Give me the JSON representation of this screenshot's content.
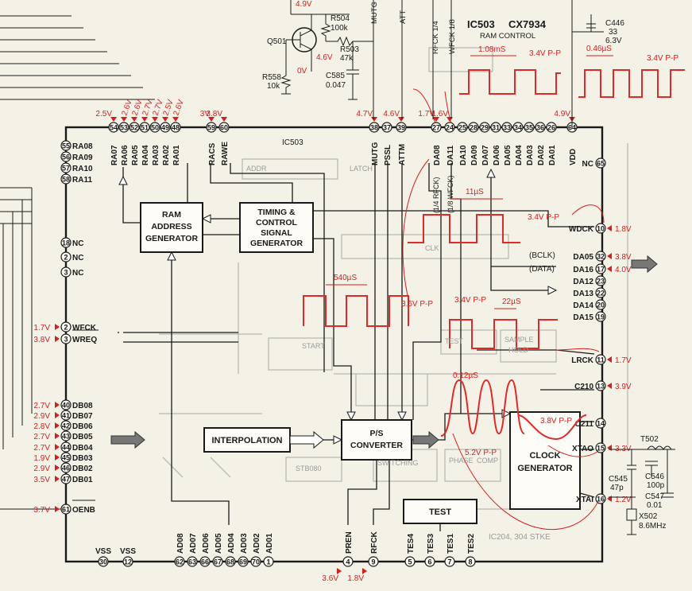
{
  "chip": {
    "ref": "IC503",
    "part": "CX7934",
    "subtitle": "RAM CONTROL",
    "label_inside": "IC503"
  },
  "blocks": {
    "ram_addr": [
      "RAM",
      "ADDRESS",
      "GENERATOR"
    ],
    "timing": [
      "TIMING &",
      "CONTROL",
      "SIGNAL",
      "GENERATOR"
    ],
    "interp": "INTERPOLATION",
    "ps": [
      "P/S",
      "CONVERTER"
    ],
    "clock": [
      "CLOCK",
      "GENERATOR"
    ],
    "test": "TEST"
  },
  "top_pins": [
    {
      "num": "54",
      "name": "RA07",
      "v": "2.5V"
    },
    {
      "num": "53",
      "name": "RA06",
      "v": "2.6V"
    },
    {
      "num": "52",
      "name": "RA05",
      "v": "2.6V"
    },
    {
      "num": "51",
      "name": "RA04",
      "v": "2.7V"
    },
    {
      "num": "50",
      "name": "RA03",
      "v": "2.7V"
    },
    {
      "num": "49",
      "name": "RA02",
      "v": "2.5V"
    },
    {
      "num": "48",
      "name": "RA01",
      "v": "2.6V"
    },
    {
      "num": "59",
      "name": "RACS",
      "v": "3V"
    },
    {
      "num": "60",
      "name": "RAWE",
      "v": "3.8V"
    },
    {
      "num": "38",
      "name": "MUTG",
      "v": "4.7V"
    },
    {
      "num": "37",
      "name": "PSSL",
      "v": ""
    },
    {
      "num": "39",
      "name": "ATTM",
      "v": "4.6V"
    },
    {
      "num": "27",
      "name": "DA08",
      "v": "1.7V"
    },
    {
      "num": "24",
      "name": "DA11",
      "v": "1.6V"
    },
    {
      "num": "25",
      "name": "DA10",
      "v": ""
    },
    {
      "num": "28",
      "name": "DA09",
      "v": ""
    },
    {
      "num": "29",
      "name": "DA07",
      "v": ""
    },
    {
      "num": "31",
      "name": "DA06",
      "v": ""
    },
    {
      "num": "33",
      "name": "DA05",
      "v": ""
    },
    {
      "num": "34",
      "name": "DA04",
      "v": ""
    },
    {
      "num": "35",
      "name": "DA03",
      "v": ""
    },
    {
      "num": "36",
      "name": "DA02",
      "v": ""
    },
    {
      "num": "26",
      "name": "DA01",
      "v": ""
    },
    {
      "num": "64",
      "name": "VDD",
      "v": "4.9V"
    }
  ],
  "left_pins": [
    {
      "num": "55",
      "name": "RA08",
      "v": ""
    },
    {
      "num": "56",
      "name": "RA09",
      "v": ""
    },
    {
      "num": "57",
      "name": "RA10",
      "v": ""
    },
    {
      "num": "58",
      "name": "RA11",
      "v": ""
    },
    {
      "num": "18",
      "name": "NC",
      "v": ""
    },
    {
      "num": "2",
      "name": "NC",
      "v": ""
    },
    {
      "num": "3",
      "name": "NC",
      "v": ""
    },
    {
      "num": "2",
      "name": "WFCK",
      "v": "1.7V"
    },
    {
      "num": "3",
      "name": "WREQ",
      "v": "3.8V"
    },
    {
      "num": "40",
      "name": "DB08",
      "v": "2.7V"
    },
    {
      "num": "41",
      "name": "DB07",
      "v": "2.9V"
    },
    {
      "num": "42",
      "name": "DB06",
      "v": "2.8V"
    },
    {
      "num": "43",
      "name": "DB05",
      "v": "2.7V"
    },
    {
      "num": "44",
      "name": "DB04",
      "v": "2.7V"
    },
    {
      "num": "45",
      "name": "DB03",
      "v": "1.9V"
    },
    {
      "num": "46",
      "name": "DB02",
      "v": "2.9V"
    },
    {
      "num": "47",
      "name": "DB01",
      "v": "3.5V"
    },
    {
      "num": "61",
      "name": "OENB",
      "v": "3.7V"
    }
  ],
  "right_pins": [
    {
      "num": "65",
      "name": "NC",
      "v": ""
    },
    {
      "num": "10",
      "name": "WDCK",
      "v": "1.8V"
    },
    {
      "num": "32",
      "name": "DA05",
      "v": "3.8V"
    },
    {
      "num": "17",
      "name": "DA16",
      "v": "4.0V"
    },
    {
      "num": "23",
      "name": "DA12",
      "v": ""
    },
    {
      "num": "22",
      "name": "DA13",
      "v": ""
    },
    {
      "num": "20",
      "name": "DA14",
      "v": ""
    },
    {
      "num": "19",
      "name": "DA15",
      "v": ""
    },
    {
      "num": "11",
      "name": "LRCK",
      "v": "1.7V"
    },
    {
      "num": "13",
      "name": "C210",
      "v": "3.9V"
    },
    {
      "num": "14",
      "name": "C211",
      "v": ""
    },
    {
      "num": "15",
      "name": "XTAO",
      "v": "3.3V"
    },
    {
      "num": "16",
      "name": "XTAI",
      "v": "1.2V"
    }
  ],
  "bottom_pins": [
    {
      "num": "30",
      "name": "VSS",
      "v": ""
    },
    {
      "num": "12",
      "name": "VSS",
      "v": ""
    },
    {
      "num": "62",
      "name": "AD08",
      "v": ""
    },
    {
      "num": "63",
      "name": "AD07",
      "v": ""
    },
    {
      "num": "66",
      "name": "AD06",
      "v": ""
    },
    {
      "num": "67",
      "name": "AD05",
      "v": ""
    },
    {
      "num": "68",
      "name": "AD04",
      "v": ""
    },
    {
      "num": "69",
      "name": "AD03",
      "v": ""
    },
    {
      "num": "70",
      "name": "AD02",
      "v": ""
    },
    {
      "num": "1",
      "name": "AD01",
      "v": ""
    },
    {
      "num": "4",
      "name": "PREN",
      "v": "3.6V"
    },
    {
      "num": "9",
      "name": "RFCK",
      "v": "1.8V"
    },
    {
      "num": "5",
      "name": "TES4",
      "v": ""
    },
    {
      "num": "6",
      "name": "TES3",
      "v": ""
    },
    {
      "num": "7",
      "name": "TES1",
      "v": ""
    },
    {
      "num": "8",
      "name": "TES2",
      "v": ""
    }
  ],
  "bus_labels": {
    "rfck14": "RFCK 1/4",
    "wfck18": "WFCK 1/8",
    "mutg": "MUTG",
    "att": "ATT",
    "rfck_in": "(1/4 RFCK)",
    "wfck_in": "(1/8 WFCK)",
    "bclk": "(BCLK)",
    "data": "(DATA)"
  },
  "waveforms": {
    "w1": {
      "time": "1.08mS",
      "amp": "3.4V P-P"
    },
    "w2": {
      "time": "0.46µS",
      "amp": "3.4V P-P"
    },
    "w3": {
      "time": "11µS",
      "amp": "3.4V P-P"
    },
    "w4": {
      "time": "540µS",
      "amp": "3.6V P-P"
    },
    "w5": {
      "time": "22µS",
      "amp": "3.4V P-P"
    },
    "w6": {
      "time": "0.12µS",
      "amp": "5.2V P-P"
    },
    "w7": {
      "amp": "3.8V P-P"
    }
  },
  "components": {
    "q501": "Q501",
    "r504": "R504",
    "r504v": "100k",
    "r503": "R503",
    "r503v": "47k",
    "r558": "R558",
    "r558v": "10k",
    "c585": "C585",
    "c585v": "0.047",
    "c446": "C446",
    "c446v1": "33",
    "c446v2": "6.3V",
    "v49": "4.9V",
    "v46": "4.6V",
    "v0": "0V",
    "t502": "T502",
    "c545": "C545",
    "c545v": "47p",
    "c546": "C546",
    "c546v": "100p",
    "c547": "C547",
    "c547v": "0.01",
    "x502": "X502",
    "x502v": "8.6MHz"
  },
  "ghost_text": [
    "START",
    "TEST",
    "ADDR",
    "LATCH",
    "CLK",
    "SAMPLE",
    "HOLD",
    "PHASE",
    "COMP",
    "STB080",
    "SWITCHING",
    "IC204, 304  STKE"
  ]
}
